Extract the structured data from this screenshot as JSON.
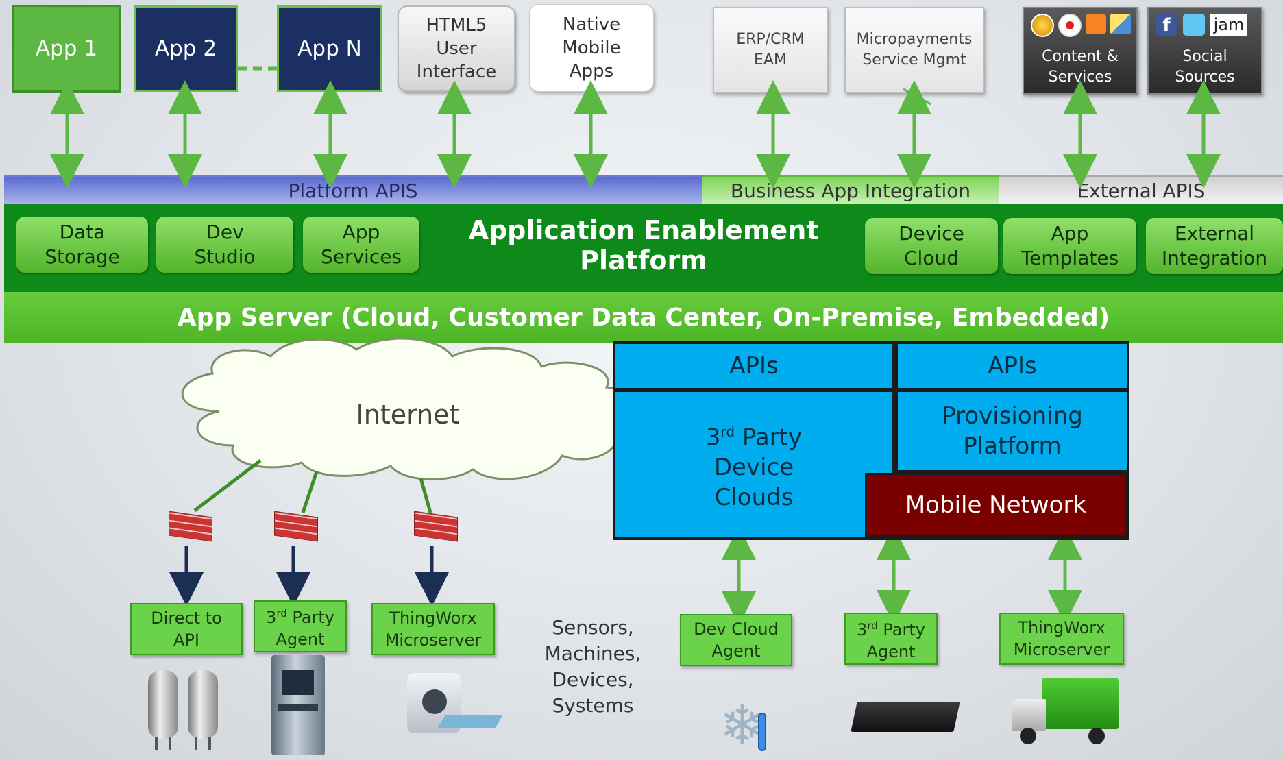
{
  "top_apps": {
    "app1": "App 1",
    "app2": "App 2",
    "appn": "App N",
    "html5": [
      "HTML5",
      "User",
      "Interface"
    ],
    "native": [
      "Native",
      "Mobile",
      "Apps"
    ]
  },
  "top_sources": {
    "erp": [
      "ERP/CRM",
      "EAM"
    ],
    "micro": [
      "Micropayments",
      "Service Mgmt"
    ],
    "content": [
      "Content &",
      "Services"
    ],
    "social": [
      "Social",
      "Sources"
    ],
    "jam_logo": "jam"
  },
  "api_bars": {
    "platform": "Platform APIS",
    "business": "Business App Integration",
    "external": "External APIS"
  },
  "platform": {
    "title": "Application Enablement Platform",
    "modules_left": [
      [
        "Data",
        "Storage"
      ],
      [
        "Dev",
        "Studio"
      ],
      [
        "App",
        "Services"
      ]
    ],
    "modules_right": [
      [
        "Device",
        "Cloud"
      ],
      [
        "App",
        "Templates"
      ],
      [
        "External",
        "Integration"
      ]
    ]
  },
  "app_server": "App Server (Cloud, Customer Data Center, On-Premise, Embedded)",
  "internet": "Internet",
  "device_clouds": {
    "apis_left": "APIs",
    "apis_right": "APIs",
    "third_party_prefix": "3",
    "third_party_sup": "rd",
    "third_party_rest": " Party",
    "device": "Device",
    "clouds": "Clouds",
    "provisioning": [
      "Provisioning",
      "Platform"
    ],
    "mobile_network": "Mobile Network"
  },
  "edge_left": {
    "direct": [
      "Direct to",
      "API"
    ],
    "agent_prefix": "3",
    "agent_sup": "rd",
    "agent_rest": " Party",
    "agent_line2": "Agent",
    "micro": [
      "ThingWorx",
      "Microserver"
    ]
  },
  "sensors_label": [
    "Sensors,",
    "Machines,",
    "Devices,",
    "Systems"
  ],
  "edge_right": {
    "dev_cloud": [
      "Dev Cloud",
      "Agent"
    ],
    "agent_prefix": "3",
    "agent_sup": "rd",
    "agent_rest": " Party",
    "agent_line2": "Agent",
    "micro": [
      "ThingWorx",
      "Microserver"
    ]
  },
  "colors": {
    "arrow_green": "#5cb843",
    "navy": "#1c2f63",
    "platform_green": "#0e8a1a",
    "server_green": "#5fc437",
    "device_blue": "#00adee",
    "mobile_red": "#7a0000",
    "down_arrow": "#1a2f52"
  }
}
